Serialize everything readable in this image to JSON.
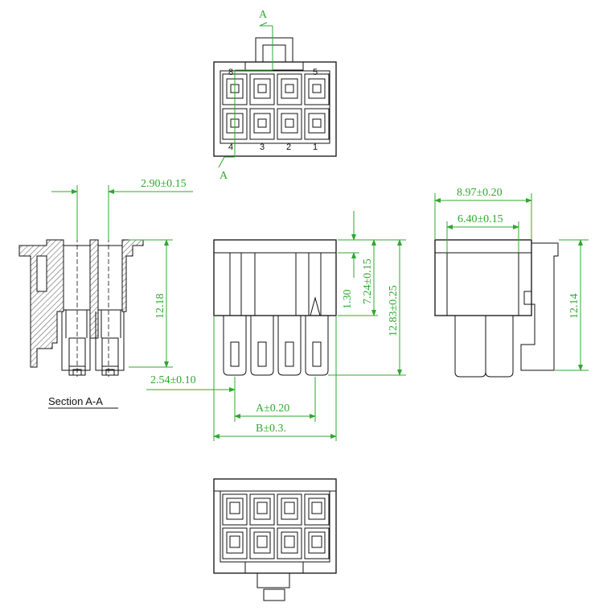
{
  "colors": {
    "line": "#111111",
    "dimension": "#2fa82f",
    "background": "#ffffff",
    "hatch": "#666666"
  },
  "top_view": {
    "section_marker_top": "A",
    "section_marker_bottom": "A",
    "pin_labels": {
      "p8": "8",
      "p5": "5",
      "p4": "4",
      "p3": "3",
      "p2": "2",
      "p1": "1"
    }
  },
  "section_view": {
    "caption": "Section A-A",
    "dim_top": "2.90±0.15",
    "dim_height": "12.18",
    "dim_pitch": "2.54±0.10"
  },
  "front_view": {
    "dim_a": "A±0.20",
    "dim_b": "B±0.3.",
    "dim_1": "1.30",
    "dim_2": "7.24±0.15",
    "dim_3": "12.83±0.25"
  },
  "side_view": {
    "dim_width": "8.97±0.20",
    "dim_inner": "6.40±0.15",
    "dim_height": "12.14"
  }
}
